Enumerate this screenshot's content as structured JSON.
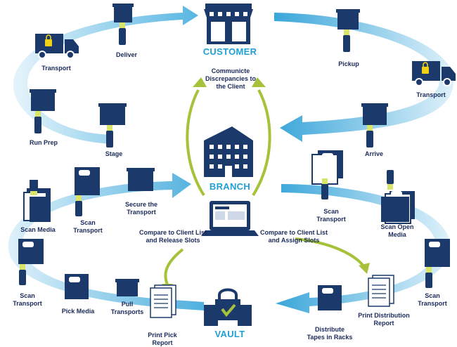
{
  "hubs": {
    "customer": "CUSTOMER",
    "branch": "BRANCH",
    "vault": "VAULT"
  },
  "steps": {
    "deliver": "Deliver",
    "transport_top_left": "Transport",
    "pickup": "Pickup",
    "transport_top_right": "Transport",
    "run_prep": "Run Prep",
    "stage": "Stage",
    "arrive": "Arrive",
    "communicate": [
      "Communicte",
      "Discrepancies to",
      "the Client"
    ],
    "scan_media": "Scan Media",
    "scan_transport_left": [
      "Scan",
      "Transport"
    ],
    "secure_transport": [
      "Secure the",
      "Transport"
    ],
    "scan_transport_right": [
      "Scan",
      "Transport"
    ],
    "scan_open_media": [
      "Scan Open",
      "Media"
    ],
    "compare_release": [
      "Compare to Client List",
      "and Release Slots"
    ],
    "compare_assign": [
      "Compare to Client List",
      "and Assign Slots"
    ],
    "scan_transport_lower_left": [
      "Scan",
      "Transport"
    ],
    "scan_transport_lower_right": [
      "Scan",
      "Transport"
    ],
    "pick_media": "Pick Media",
    "pull_transports": [
      "Pull",
      "Transports"
    ],
    "print_pick_report": [
      "Print Pick",
      "Report"
    ],
    "print_distribution_report": [
      "Print Distribution",
      "Report"
    ],
    "distribute_tapes": [
      "Distribute",
      "Tapes in Racks"
    ]
  },
  "colors": {
    "navy": "#1b3a6b",
    "arrow_light": "#cdeaf7",
    "arrow_dark": "#3aa6d9",
    "green": "#a6c23a",
    "accent": "#1f9fd6",
    "lock": "#f2d016"
  }
}
